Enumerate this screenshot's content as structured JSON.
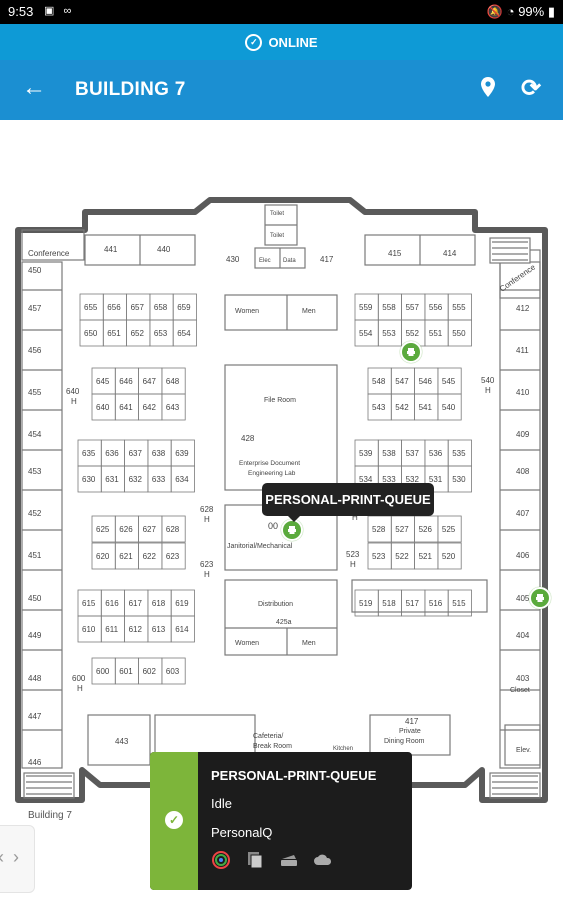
{
  "status_bar": {
    "time": "9:53",
    "battery": "99%"
  },
  "banner": {
    "status": "ONLINE"
  },
  "appbar": {
    "title": "BUILDING 7"
  },
  "map": {
    "building_label": "Building 7",
    "rooms": {
      "conference_left": "Conference",
      "conference_right": "Conference",
      "r441": "441",
      "r440": "440",
      "r430": "430",
      "r417": "417",
      "r415": "415",
      "r414": "414",
      "toilet1": "Toilet",
      "toilet2": "Toilet",
      "elec": "Elec",
      "data": "Data",
      "r450": "450",
      "r457": "457",
      "r456": "456",
      "r455": "455",
      "r454": "454",
      "r453": "453",
      "r452": "452",
      "r451": "451",
      "r450b": "450",
      "r449": "449",
      "r448": "448",
      "r447": "447",
      "r446": "446",
      "r412": "412",
      "r411": "411",
      "r410": "410",
      "r409": "409",
      "r408": "408",
      "r407": "407",
      "r406": "406",
      "r405": "405",
      "r404": "404",
      "r403": "403",
      "closet": "Closet",
      "elev": "Elev.",
      "women1": "Women",
      "men1": "Men",
      "women2": "Women",
      "men2": "Men",
      "file_room": "File Room",
      "r428": "428",
      "lab1": "Enterprise Document",
      "lab2": "Engineering Lab",
      "r425": "425a",
      "distribution": "Distribution",
      "janitorial": "Janitorial/Mechanical",
      "cafeteria1": "Cafeteria/",
      "cafeteria2": "Break Room",
      "r417b": "417",
      "private1": "Private",
      "private2": "Dining Room",
      "r443": "443",
      "kitchen": "Kitchen",
      "r640": "640",
      "r628": "628",
      "r623": "623",
      "r600": "600",
      "r540": "540",
      "r523": "523",
      "h": "H"
    },
    "cubes": {
      "g655": [
        "655",
        "656",
        "657",
        "658",
        "659"
      ],
      "g650": [
        "650",
        "651",
        "652",
        "653",
        "654"
      ],
      "g645": [
        "645",
        "646",
        "647",
        "648"
      ],
      "g640": [
        "640",
        "641",
        "642",
        "643"
      ],
      "g635": [
        "635",
        "636",
        "637",
        "638",
        "639"
      ],
      "g630": [
        "630",
        "631",
        "632",
        "633",
        "634"
      ],
      "g625": [
        "625",
        "626",
        "627",
        "628"
      ],
      "g620": [
        "620",
        "621",
        "622",
        "623"
      ],
      "g615": [
        "615",
        "616",
        "617",
        "618",
        "619"
      ],
      "g610": [
        "610",
        "611",
        "612",
        "613",
        "614"
      ],
      "g600": [
        "600",
        "601",
        "602",
        "603"
      ],
      "g559": [
        "559",
        "558",
        "557",
        "556",
        "555"
      ],
      "g554": [
        "554",
        "553",
        "552",
        "551",
        "550"
      ],
      "g548": [
        "548",
        "547",
        "546",
        "545"
      ],
      "g543": [
        "543",
        "542",
        "541",
        "540"
      ],
      "g539": [
        "539",
        "538",
        "537",
        "536",
        "535"
      ],
      "g534": [
        "534",
        "533",
        "532",
        "531",
        "530"
      ],
      "g528": [
        "528",
        "527",
        "526",
        "525"
      ],
      "g523": [
        "523",
        "522",
        "521",
        "520"
      ],
      "g519": [
        "519",
        "518",
        "517",
        "516",
        "515"
      ]
    }
  },
  "tooltip": {
    "label": "PERSONAL-PRINT-QUEUE"
  },
  "printer_card": {
    "name": "PERSONAL-PRINT-QUEUE",
    "status": "Idle",
    "queue": "PersonalQ",
    "accent": "#7db53a",
    "capabilities": [
      "color-icon",
      "duplex-icon",
      "scanner-icon",
      "cloud-icon"
    ]
  }
}
